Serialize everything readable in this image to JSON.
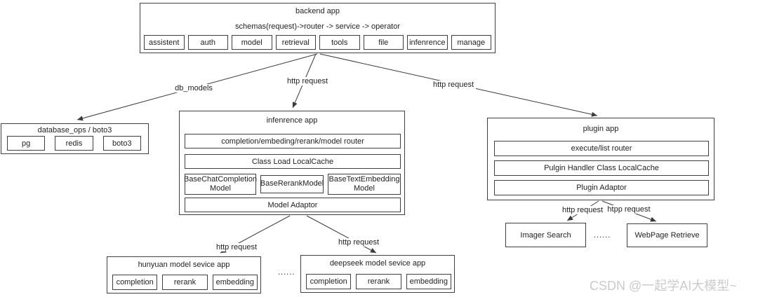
{
  "backend": {
    "title": "backend app",
    "subtitle": "schemas(request)->router -> service -> operator",
    "modules": [
      "assistent",
      "auth",
      "model",
      "retrieval",
      "tools",
      "file",
      "infenrence",
      "manage"
    ]
  },
  "edges": {
    "db_models": "db_models",
    "to_inference": "http request",
    "to_plugin": "http request",
    "to_hunyuan": "http request",
    "to_deepseek": "http request",
    "to_imager": "http request",
    "to_webpage": "htpp request"
  },
  "database": {
    "title": "database_ops / boto3",
    "modules": [
      "pg",
      "redis",
      "boto3"
    ]
  },
  "inference": {
    "title": "infenrence app",
    "router": "completion/embeding/rerank/model router",
    "cache": "Class Load LocalCache",
    "models": [
      "BaseChatCompletion Model",
      "BaseRerankModel",
      "BaseTextEmbedding Model"
    ],
    "adaptor": "Model Adaptor"
  },
  "plugin": {
    "title": "plugin app",
    "router": "execute/list router",
    "cache": "Pulgin Handler Class LocalCache",
    "adaptor": "Plugin Adaptor"
  },
  "hunyuan": {
    "title": "hunyuan model sevice app",
    "modules": [
      "completion",
      "rerank",
      "embedding"
    ]
  },
  "deepseek": {
    "title": "deepseek model sevice app",
    "modules": [
      "completion",
      "rerank",
      "embedding"
    ]
  },
  "model_ellipsis": "......",
  "plugin_targets": {
    "imager": "Imager Search",
    "ellipsis": "......",
    "webpage": "WebPage Retrieve"
  },
  "watermark": "CSDN @一起学AI大模型~",
  "colors": {
    "stroke": "#3a3a3a",
    "watermark": "#cbcbcb"
  }
}
